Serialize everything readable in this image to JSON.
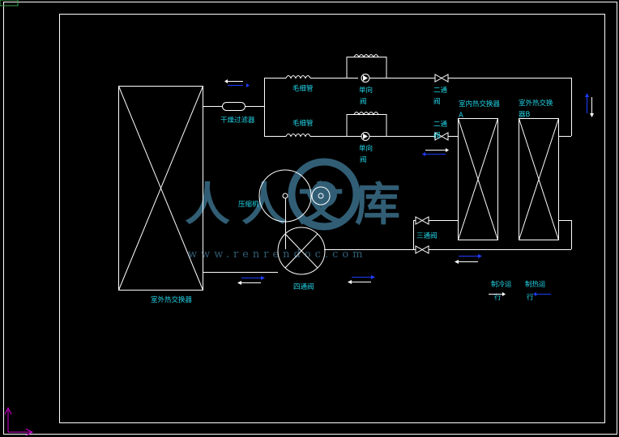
{
  "colors": {
    "background": "#000000",
    "line": "#ffffff",
    "label": "#21d4e6",
    "flow_arrow_blue": "#1f3cff",
    "watermark": "#3a6f8a",
    "ucs_icon": "#d400d4"
  },
  "labels": {
    "capillary_top": "毛细管",
    "capillary_bottom": "毛细管",
    "check_valve_top_1": "单向",
    "check_valve_top_2": "阀",
    "check_valve_bottom_1": "单向",
    "check_valve_bottom_2": "阀",
    "two_way_valve_top_1": "二通",
    "two_way_valve_top_2": "阀",
    "two_way_valve_bottom_1": "二通",
    "two_way_valve_bottom_2": "阀",
    "dryer_filter": "干燥过滤器",
    "compressor": "压缩机",
    "four_way_valve": "四通阀",
    "three_way_valve": "三通阀",
    "outdoor_exchanger_left": "室外热交换器",
    "indoor_exchanger_1": "室内热交换器",
    "indoor_exchanger_2": "A",
    "outdoor_exchanger_right_1": "室外热交换",
    "outdoor_exchanger_right_2": "器B",
    "cooling_mode_1": "制冷运",
    "cooling_mode_2": "行",
    "heating_mode_1": "制热运",
    "heating_mode_2": "行"
  },
  "watermark": {
    "text_cn": "人人文库",
    "text_url": "www.renrendoc.com"
  },
  "icons": {
    "coil": "coil-icon",
    "check_valve": "check-valve-icon",
    "two_way_valve": "bowtie-valve-icon",
    "dryer_filter": "filter-capsule-icon",
    "compressor": "compressor-icon",
    "four_way_valve": "four-way-valve-icon",
    "ucs": "ucs-axes-icon"
  }
}
